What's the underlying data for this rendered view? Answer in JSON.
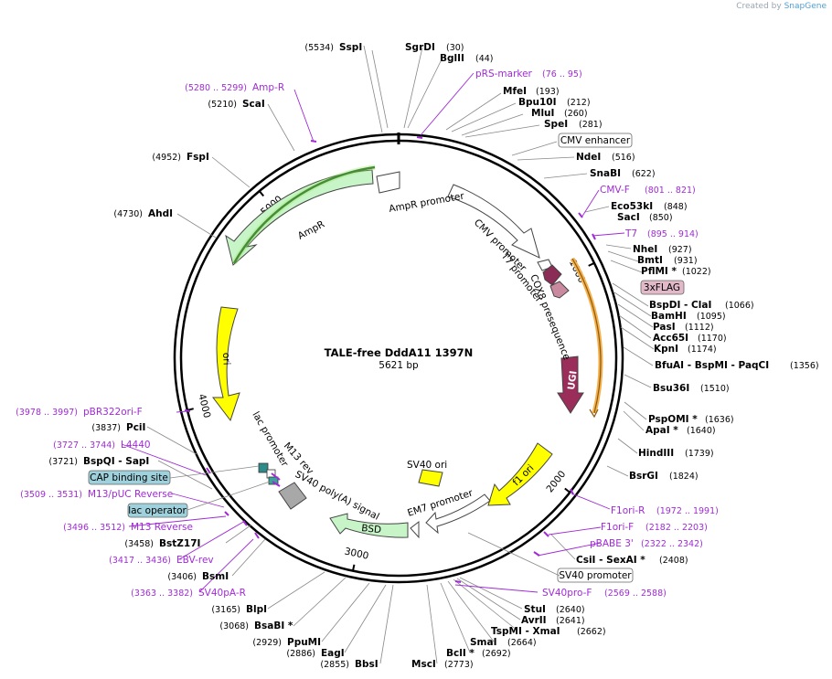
{
  "credit": {
    "prefix": "Created by",
    "brand": "SnapGene"
  },
  "plasmid": {
    "name": "TALE-free DddA11 1397N",
    "size": "5621 bp",
    "length": 5621
  },
  "ticks": [
    {
      "bp": 1000,
      "label": "1000"
    },
    {
      "bp": 2000,
      "label": "2000"
    },
    {
      "bp": 3000,
      "label": "3000"
    },
    {
      "bp": 4000,
      "label": "4000"
    },
    {
      "bp": 5000,
      "label": "5000"
    }
  ],
  "sites": [
    {
      "name": "SspI",
      "pos": "(5534)"
    },
    {
      "name": "SgrDI",
      "pos": "(30)"
    },
    {
      "name": "BglII",
      "pos": "(44)"
    },
    {
      "name": "MfeI",
      "pos": "(193)"
    },
    {
      "name": "Bpu10I",
      "pos": "(212)"
    },
    {
      "name": "MluI",
      "pos": "(260)"
    },
    {
      "name": "SpeI",
      "pos": "(281)"
    },
    {
      "name": "NdeI",
      "pos": "(516)"
    },
    {
      "name": "SnaBI",
      "pos": "(622)"
    },
    {
      "name": "Eco53kI",
      "pos": "(848)"
    },
    {
      "name": "SacI",
      "pos": "(850)"
    },
    {
      "name": "NheI",
      "pos": "(927)"
    },
    {
      "name": "BmtI",
      "pos": "(931)"
    },
    {
      "name": "PflMI *",
      "pos": "(1022)"
    },
    {
      "name": "BspDI  - ClaI",
      "pos": "(1066)"
    },
    {
      "name": "BamHI",
      "pos": "(1095)"
    },
    {
      "name": "PasI",
      "pos": "(1112)"
    },
    {
      "name": "Acc65I",
      "pos": "(1170)"
    },
    {
      "name": "KpnI",
      "pos": "(1174)"
    },
    {
      "name": "BfuAI  - BspMI  - PaqCI",
      "pos": "(1356)"
    },
    {
      "name": "Bsu36I",
      "pos": "(1510)"
    },
    {
      "name": "PspOMI *",
      "pos": "(1636)"
    },
    {
      "name": "ApaI *",
      "pos": "(1640)"
    },
    {
      "name": "HindIII",
      "pos": "(1739)"
    },
    {
      "name": "BsrGI",
      "pos": "(1824)"
    },
    {
      "name": "CsiI  - SexAI *",
      "pos": "(2408)"
    },
    {
      "name": "StuI",
      "pos": "(2640)"
    },
    {
      "name": "AvrII",
      "pos": "(2641)"
    },
    {
      "name": "TspMI  - XmaI",
      "pos": "(2662)"
    },
    {
      "name": "SmaI",
      "pos": "(2664)"
    },
    {
      "name": "BclI *",
      "pos": "(2692)"
    },
    {
      "name": "MscI",
      "pos": "(2773)"
    },
    {
      "name": "BbsI",
      "pos": "(2855)"
    },
    {
      "name": "EagI",
      "pos": "(2886)"
    },
    {
      "name": "PpuMI",
      "pos": "(2929)"
    },
    {
      "name": "BsaBI *",
      "pos": "(3068)"
    },
    {
      "name": "BlpI",
      "pos": "(3165)"
    },
    {
      "name": "BsmI",
      "pos": "(3406)"
    },
    {
      "name": "BstZ17I",
      "pos": "(3458)"
    },
    {
      "name": "BspQI  - SapI",
      "pos": "(3721)"
    },
    {
      "name": "PciI",
      "pos": "(3837)"
    },
    {
      "name": "AhdI",
      "pos": "(4730)"
    },
    {
      "name": "FspI",
      "pos": "(4952)"
    },
    {
      "name": "ScaI",
      "pos": "(5210)"
    }
  ],
  "primers": [
    {
      "name": "Amp-R",
      "pos": "(5280 .. 5299)"
    },
    {
      "name": "pRS-marker",
      "pos": "(76 .. 95)"
    },
    {
      "name": "CMV-F",
      "pos": "(801 .. 821)"
    },
    {
      "name": "T7",
      "pos": "(895 .. 914)"
    },
    {
      "name": "F1ori-R",
      "pos": "(1972 .. 1991)"
    },
    {
      "name": "F1ori-F",
      "pos": "(2182 .. 2203)"
    },
    {
      "name": "pBABE 3'",
      "pos": "(2322 .. 2342)"
    },
    {
      "name": "SV40pro-F",
      "pos": "(2569 .. 2588)"
    },
    {
      "name": "SV40pA-R",
      "pos": "(3363 .. 3382)"
    },
    {
      "name": "EBV-rev",
      "pos": "(3417 .. 3436)"
    },
    {
      "name": "M13 Reverse",
      "pos": "(3496 .. 3512)"
    },
    {
      "name": "M13/pUC Reverse",
      "pos": "(3509 .. 3531)"
    },
    {
      "name": "L4440",
      "pos": "(3727 .. 3744)"
    },
    {
      "name": "pBR322ori-F",
      "pos": "(3978 .. 3997)"
    }
  ],
  "boxed_features": [
    {
      "name": "CMV enhancer"
    },
    {
      "name": "3xFLAG"
    },
    {
      "name": "SV40 promoter"
    },
    {
      "name": "CAP binding site"
    },
    {
      "name": "lac operator"
    }
  ],
  "features": [
    {
      "name": "AmpR promoter"
    },
    {
      "name": "AmpR"
    },
    {
      "name": "CMV promoter"
    },
    {
      "name": "T7 promoter"
    },
    {
      "name": "COX8 presequence"
    },
    {
      "name": "UGI"
    },
    {
      "name": "ori"
    },
    {
      "name": "f1 ori"
    },
    {
      "name": "SV40 ori"
    },
    {
      "name": "EM7 promoter"
    },
    {
      "name": "BSD"
    },
    {
      "name": "SV40 poly(A) signal"
    },
    {
      "name": "lac promoter"
    },
    {
      "name": "M13 rev"
    }
  ],
  "colors": {
    "ampr": "#c8f5c8",
    "ori": "#ffff00",
    "ugi": "#9b2d5b",
    "cox8": "#8a2c55",
    "flag": "#c98aa0",
    "lacop": "#9ed1dc",
    "primer": "#a02bd6",
    "bsd": "#c8f5c8",
    "orange": "#f6b04b"
  }
}
